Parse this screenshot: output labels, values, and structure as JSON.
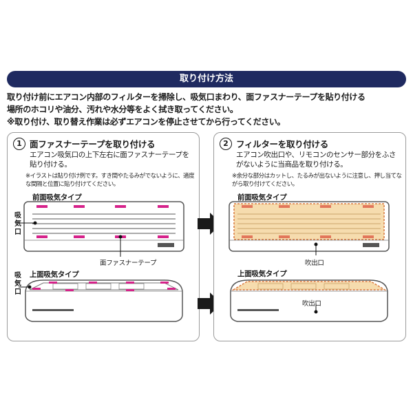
{
  "header": {
    "title": "取り付け方法"
  },
  "intro": [
    "取り付け前にエアコン内部のフィルターを掃除し、吸気口まわり、面ファスナーテープを貼り付ける",
    "場所のホコリや油分、汚れや水分等をよく拭き取ってください。",
    "※取り付け、取り替え作業は必ずエアコンを停止させてから行ってください。"
  ],
  "steps": [
    {
      "number": "1",
      "title": "面ファスナーテープを取り付ける",
      "desc": "エアコン吸気口の上下左右に面ファスナーテープを貼り付ける。",
      "note": "※イラストは貼り付け例です。すき間やたるみがでないように、適度な間隔と位置に貼り付けてください。",
      "front_type": "前面吸気タイプ",
      "top_type": "上面吸気タイプ",
      "inlet_label": "吸気口",
      "tape_label": "面ファスナーテープ"
    },
    {
      "number": "2",
      "title": "フィルターを取り付ける",
      "desc": "エアコン吹出口や、リモコンのセンサー部分をふさがないように当商品を取り付ける。",
      "note": "※余分な部分はカットし、たるみが出ないように注意し、押し当てながら取り付けてください。",
      "front_type": "前面吸気タイプ",
      "top_type": "上面吸気タイプ",
      "outlet_label_front": "吹出口",
      "outlet_label_top": "吹出口"
    }
  ],
  "colors": {
    "header_bg": "#1f2a60",
    "tape": "#d6228a",
    "filter_fill": "#f6dcae",
    "filter_border": "#d9763b",
    "arrow": "#1a1a1a",
    "panel_border": "#9a9a9a"
  }
}
